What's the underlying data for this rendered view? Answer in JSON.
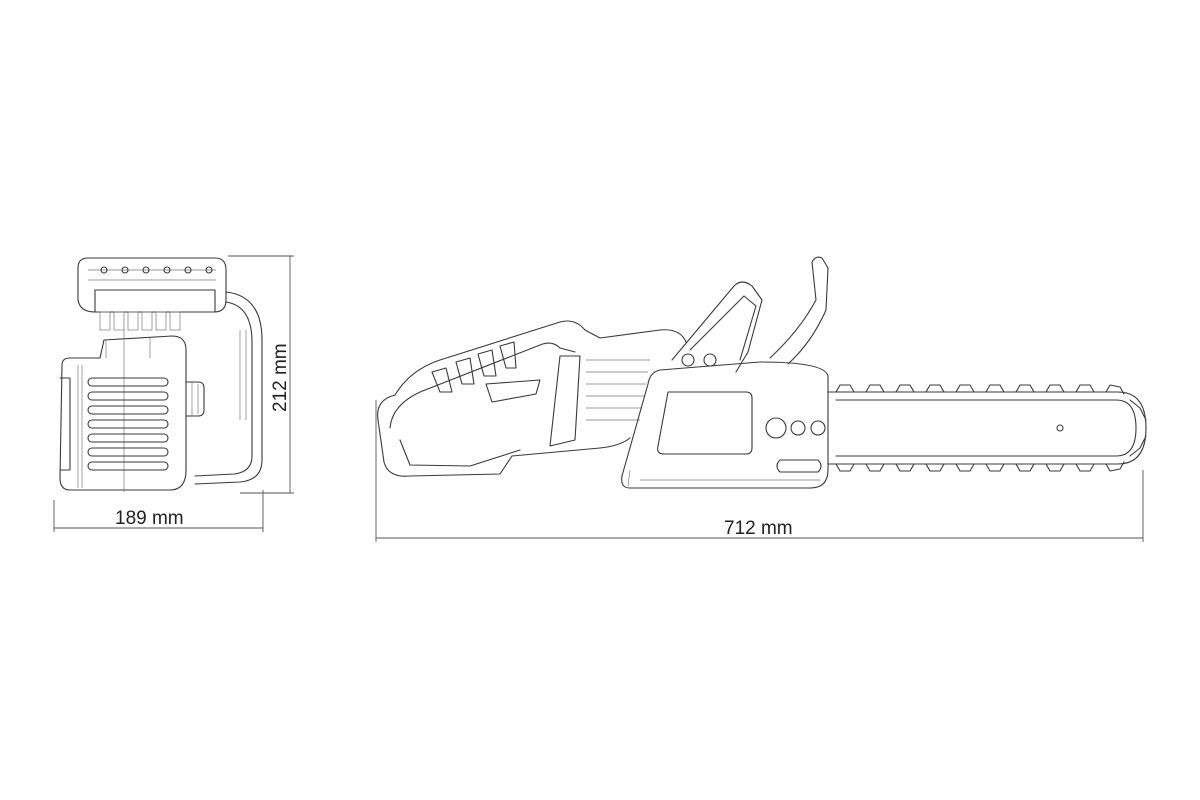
{
  "dimensions": {
    "width": "189 mm",
    "height": "212 mm",
    "length": "712 mm"
  },
  "colors": {
    "line": "#3a3a3a",
    "dimension_line": "#555555",
    "background": "#ffffff"
  }
}
